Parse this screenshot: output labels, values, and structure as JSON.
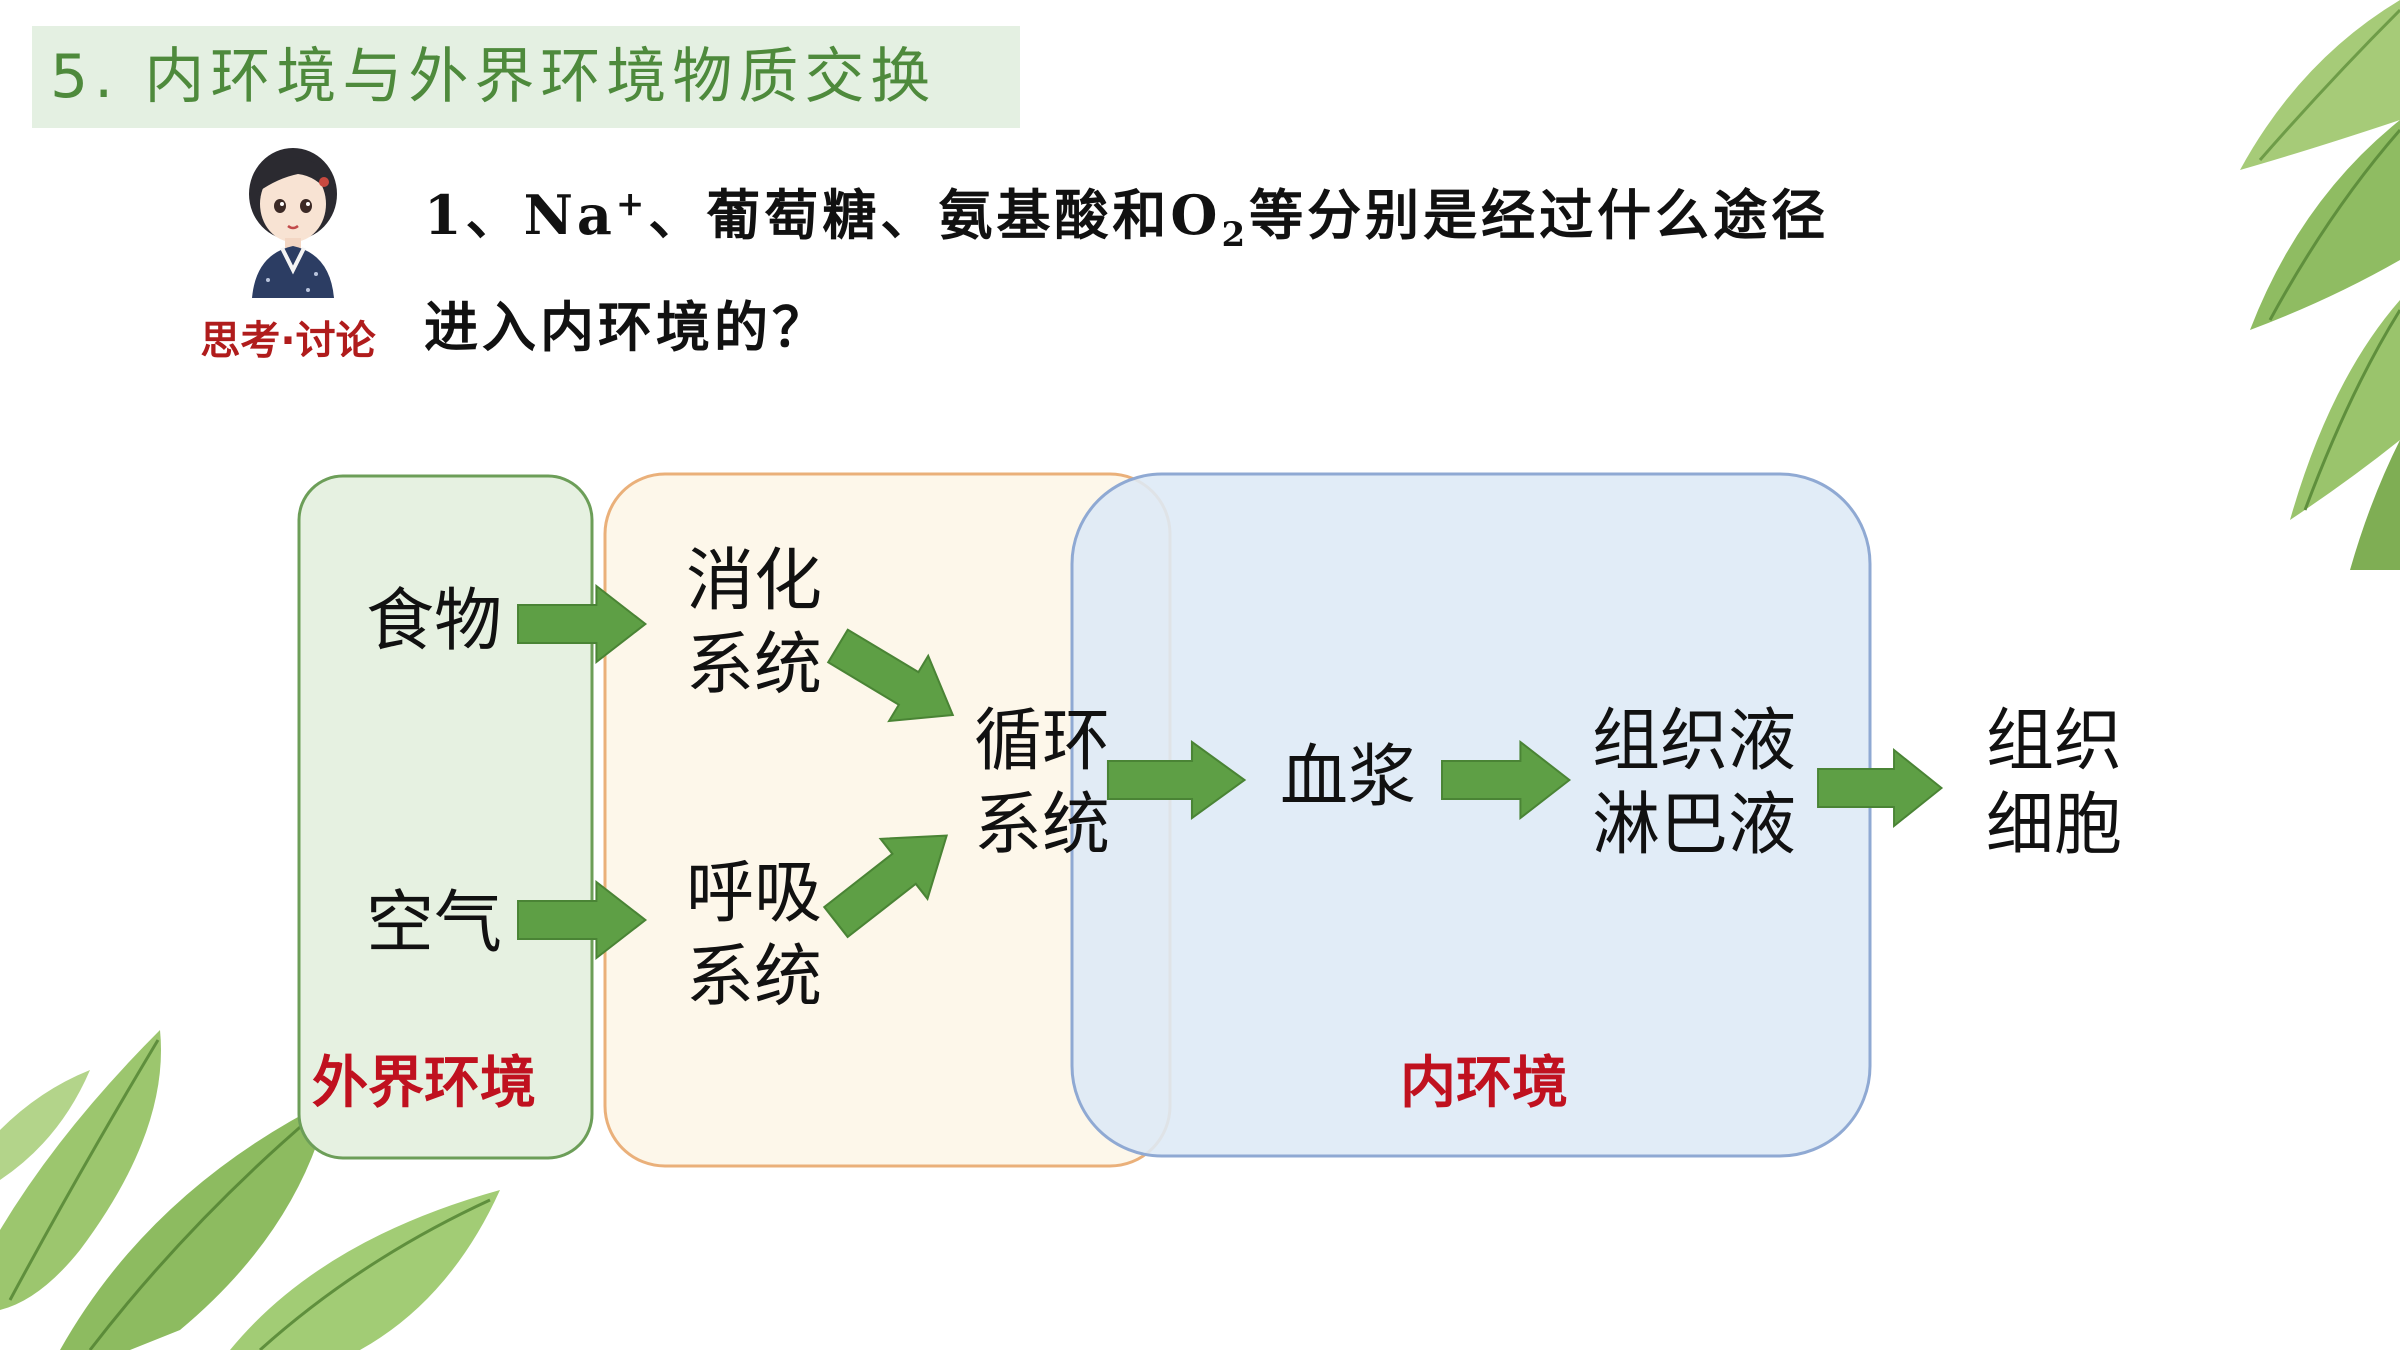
{
  "slide": {
    "title": "5. 内环境与外界环境物质交换",
    "avatar_caption": "思考·讨论",
    "question": {
      "prefix": "1、Na",
      "na_sup": "+",
      "middle": "、葡萄糖、氨基酸和O",
      "o_sub": "2",
      "suffix": "等分别是经过什么途径",
      "line2": "进入内环境的？"
    }
  },
  "diagram": {
    "zones": {
      "external": "外界环境",
      "internal": "内环境"
    },
    "nodes": {
      "food": "食物",
      "air": "空气",
      "digestive": [
        "消化",
        "系统"
      ],
      "respiratory": [
        "呼吸",
        "系统"
      ],
      "circulatory": [
        "循环",
        "系统"
      ],
      "plasma": "血浆",
      "fluids": [
        "组织液",
        "淋巴液"
      ],
      "cells": [
        "组织",
        "细胞"
      ]
    },
    "colors": {
      "arrow": "#5e9f45",
      "external_zone": "#e6f1e1",
      "digestive_zone": "#fdf7ea",
      "internal_zone": "#dde9f6",
      "label_red": "#c0111f"
    }
  }
}
